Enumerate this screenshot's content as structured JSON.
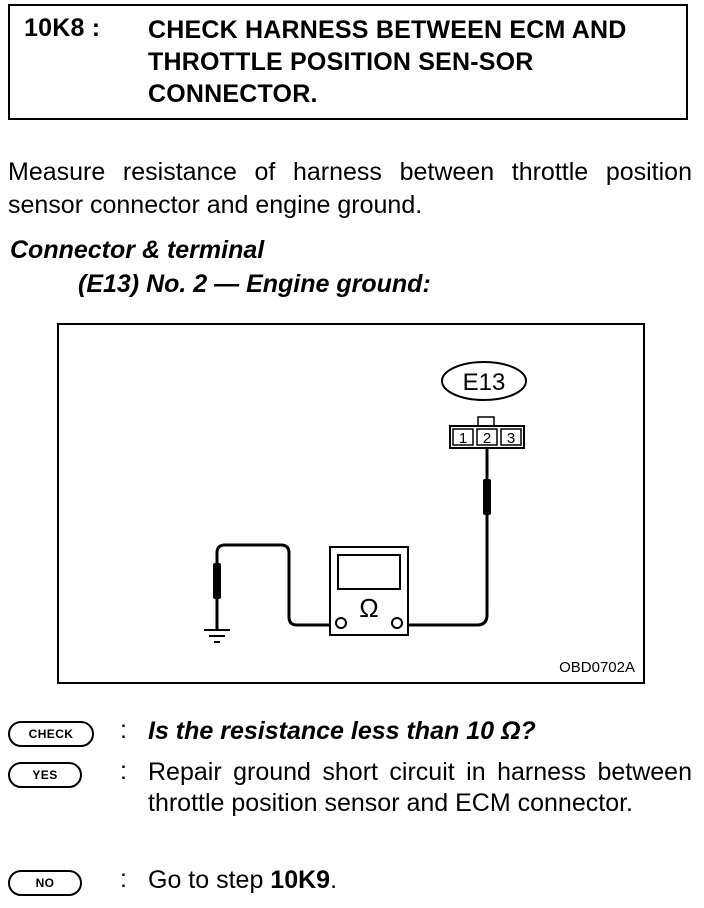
{
  "step": {
    "id": "10K8 :",
    "title": "CHECK HARNESS BETWEEN ECM AND THROTTLE POSITION SEN-SOR CONNECTOR."
  },
  "intro": "Measure resistance of harness between throttle position sensor connector and engine ground.",
  "connector": {
    "label": "Connector & terminal",
    "terminal": "(E13) No. 2 — Engine ground:"
  },
  "figure": {
    "connector_tag": "E13",
    "pins": [
      "1",
      "2",
      "3"
    ],
    "meter_symbol": "Ω",
    "code": "OBD0702A"
  },
  "check": {
    "badge": "CHECK",
    "colon": ":",
    "question": "Is the resistance less than 10 Ω?"
  },
  "yes": {
    "badge": "YES",
    "colon": ":",
    "text": "Repair ground short circuit in harness between throttle position sensor and ECM connector."
  },
  "no": {
    "badge": "NO",
    "colon": ":",
    "text_prefix": "Go to step ",
    "step_ref": "10K9",
    "text_suffix": "."
  }
}
